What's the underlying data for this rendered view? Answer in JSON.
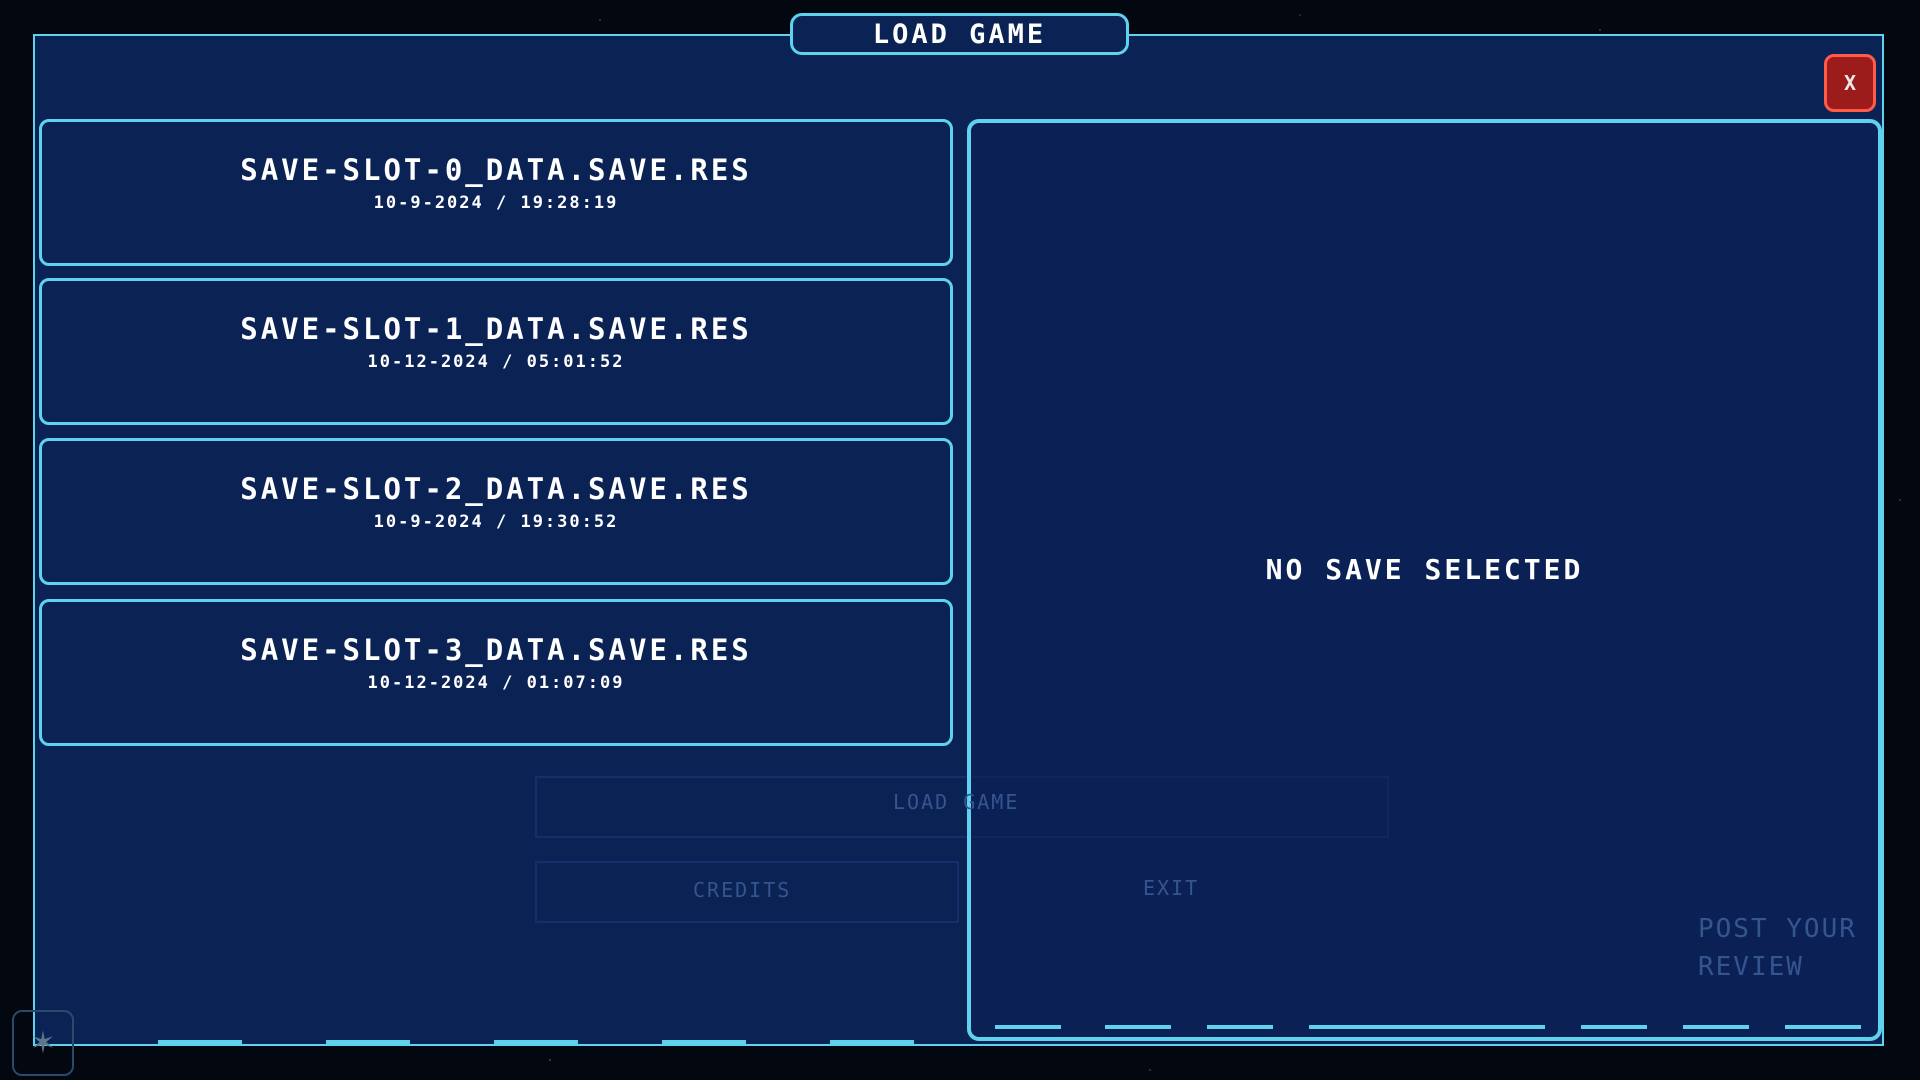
{
  "dialog": {
    "title": "LOAD GAME",
    "close_label": "X"
  },
  "save_slots": [
    {
      "name": "SAVE-SLOT-0_DATA.SAVE.RES",
      "date": "10-9-2024 / 19:28:19"
    },
    {
      "name": "SAVE-SLOT-1_DATA.SAVE.RES",
      "date": "10-12-2024 / 05:01:52"
    },
    {
      "name": "SAVE-SLOT-2_DATA.SAVE.RES",
      "date": "10-9-2024 / 19:30:52"
    },
    {
      "name": "SAVE-SLOT-3_DATA.SAVE.RES",
      "date": "10-12-2024 / 01:07:09"
    }
  ],
  "details": {
    "empty_message": "NO SAVE SELECTED"
  },
  "background_menu": {
    "load_game": "LOAD GAME",
    "credits": "CREDITS",
    "exit": "EXIT",
    "review_line1": "POST YOUR",
    "review_line2": "REVIEW"
  },
  "colors": {
    "panel": "#0b2255",
    "border": "#5fd3ee",
    "close": "#9c1c1c",
    "text": "#ffffff"
  }
}
